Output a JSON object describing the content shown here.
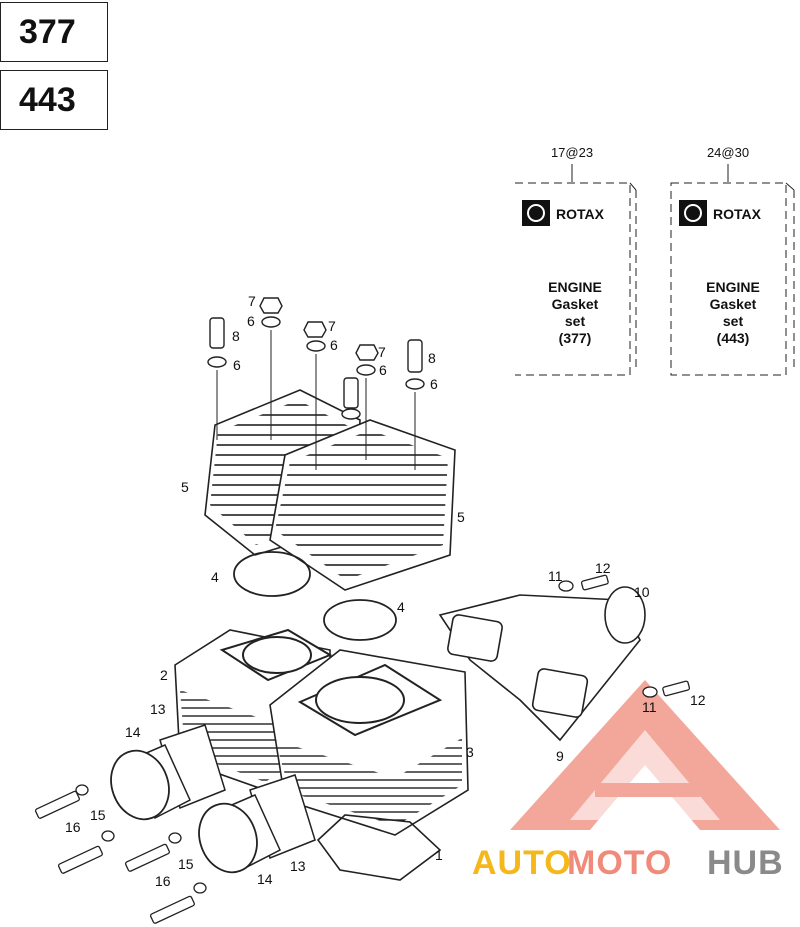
{
  "models": [
    "377",
    "443"
  ],
  "kits": [
    {
      "code": "17@23",
      "brand": "ROTAX",
      "line1": "ENGINE",
      "line2": "Gasket",
      "line3": "set",
      "model": "(377)"
    },
    {
      "code": "24@30",
      "brand": "ROTAX",
      "line1": "ENGINE",
      "line2": "Gasket",
      "line3": "set",
      "model": "(443)"
    }
  ],
  "callouts": {
    "c1": "1",
    "c2": "2",
    "c3": "3",
    "c4a": "4",
    "c4b": "4",
    "c5a": "5",
    "c5b": "5",
    "c6a": "6",
    "c6b": "6",
    "c6c": "6",
    "c6d": "6",
    "c6e": "6",
    "c7a": "7",
    "c7b": "7",
    "c7c": "7",
    "c8a": "8",
    "c8b": "8",
    "c9": "9",
    "c10": "10",
    "c11a": "11",
    "c11b": "11",
    "c12a": "12",
    "c12b": "12",
    "c13a": "13",
    "c13b": "13",
    "c14a": "14",
    "c14b": "14",
    "c15a": "15",
    "c15b": "15",
    "c16a": "16",
    "c16b": "16"
  },
  "watermark": {
    "part1": "AUTO",
    "part2": "MOTO",
    "part3": "HUB",
    "color1": "#f5b81c",
    "color2": "#f08a7a",
    "color3": "#8a8a8a"
  }
}
